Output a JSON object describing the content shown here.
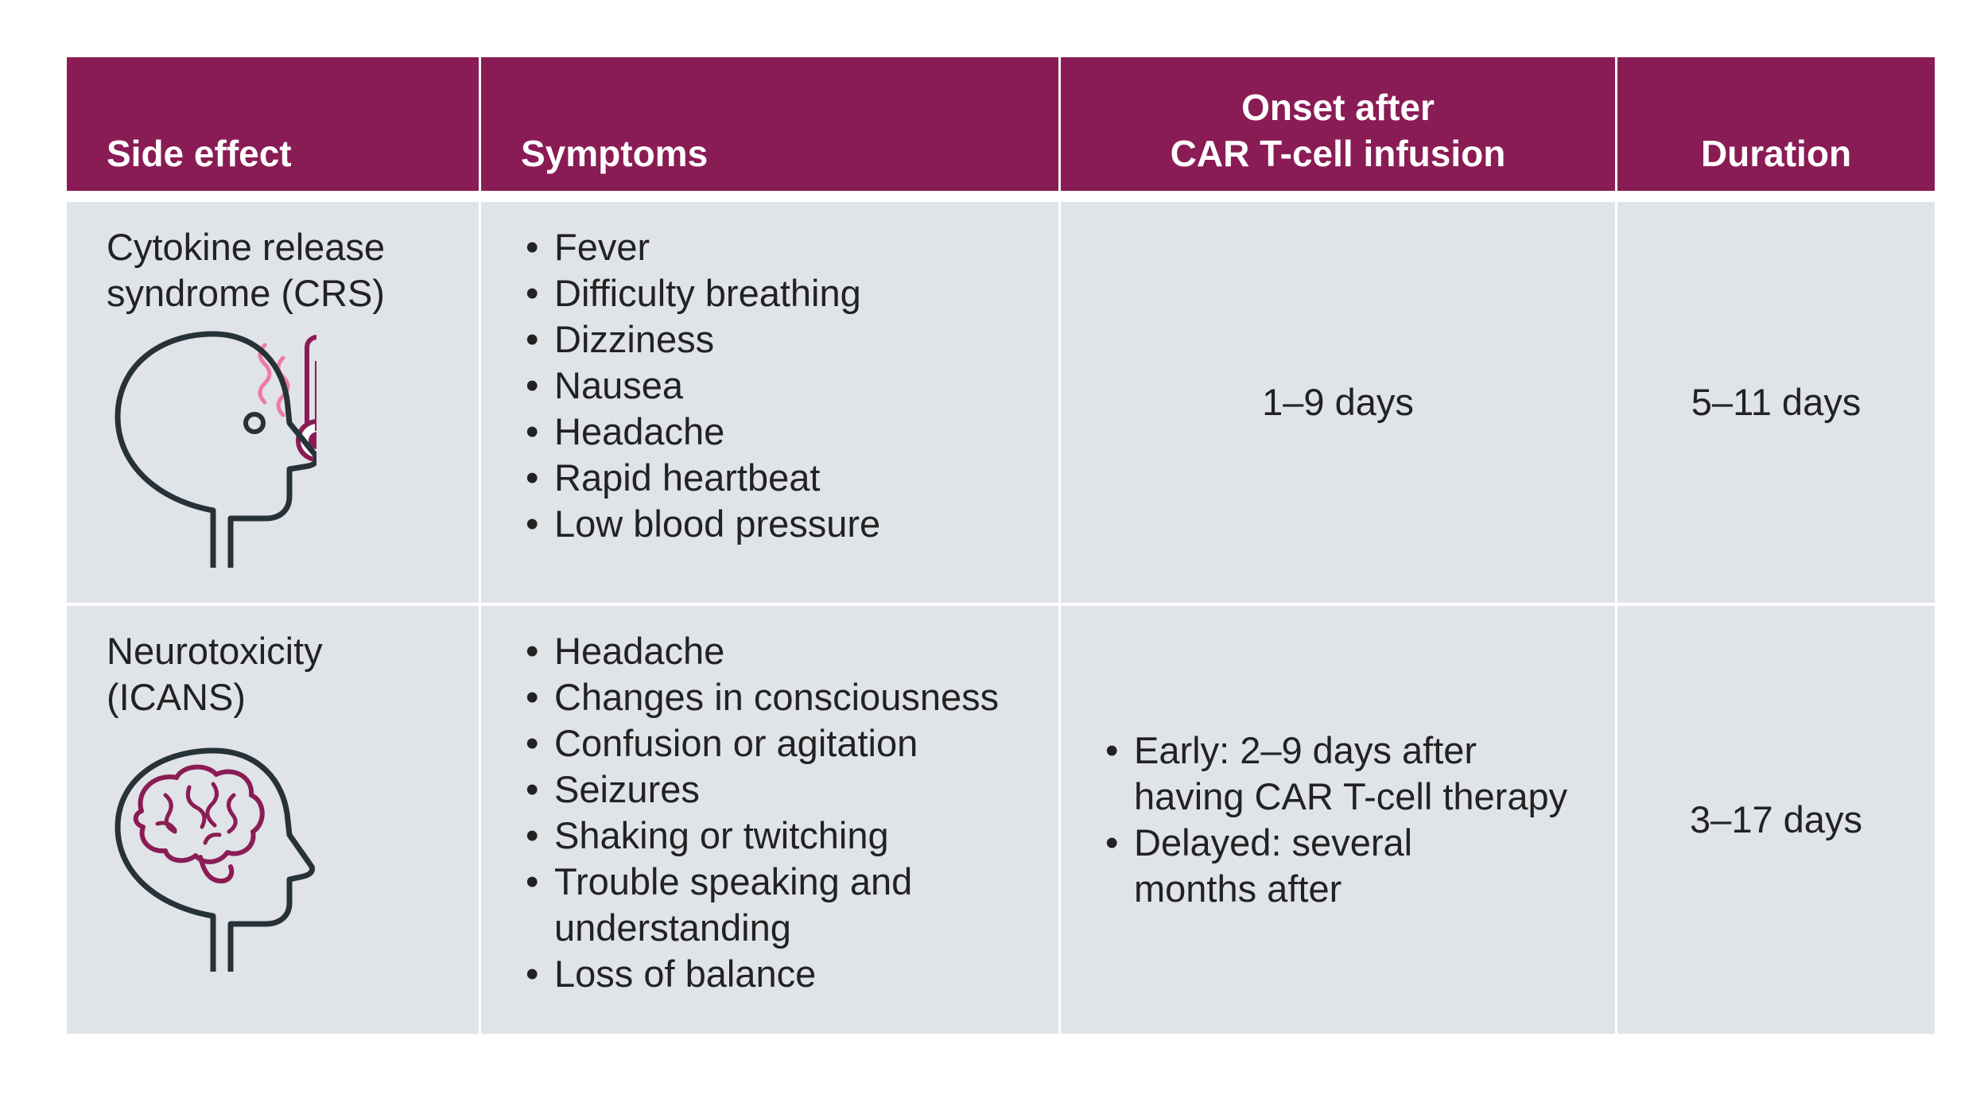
{
  "header": {
    "side_effect": "Side effect",
    "symptoms": "Symptoms",
    "onset_line1": "Onset after",
    "onset_line2": "CAR T-cell infusion",
    "duration": "Duration"
  },
  "rows": [
    {
      "side_effect": "Cytokine release\nsyndrome (CRS)",
      "icon": "head-with-thermometer-icon",
      "symptoms": [
        "Fever",
        "Difficulty breathing",
        "Dizziness",
        "Nausea",
        "Headache",
        "Rapid heartbeat",
        "Low blood pressure"
      ],
      "onset": "1–9 days",
      "duration": "5–11 days"
    },
    {
      "side_effect": "Neurotoxicity\n(ICANS)",
      "icon": "head-with-brain-icon",
      "symptoms": [
        "Headache",
        "Changes in consciousness",
        "Confusion or agitation",
        "Seizures",
        "Shaking or twitching",
        "Trouble speaking and understanding",
        "Loss of balance"
      ],
      "onset_items": [
        "Early: 2–9 days after having CAR T-cell therapy",
        "Delayed: several months after"
      ],
      "duration": "3–17 days"
    }
  ],
  "colors": {
    "header_bg": "#8a1c55",
    "cell_bg": "#e0e3e7",
    "icon_dark": "#263238",
    "icon_accent": "#8a1c55",
    "heat_wave": "#ee7aa8"
  }
}
